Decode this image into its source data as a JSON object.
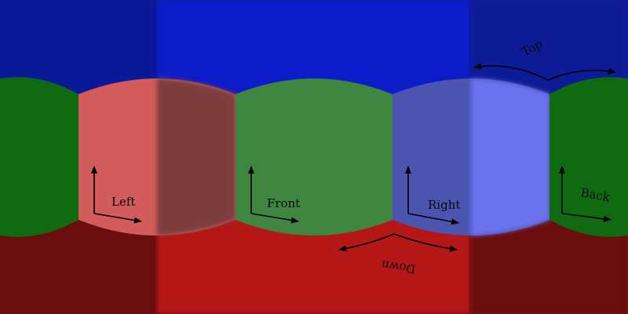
{
  "faces": {
    "top": {
      "label": "Top",
      "color": "#0c1fc9"
    },
    "down": {
      "label": "Down",
      "color": "#b51717"
    },
    "left": {
      "label": "Left",
      "color": "#d25b5b"
    },
    "front": {
      "label": "Front",
      "color": "#3f8740"
    },
    "right": {
      "label": "Right",
      "color": "#4b54ae"
    },
    "back": {
      "label": "Back",
      "color": "#147214"
    }
  },
  "band_colors": {
    "upper_dark": "#0a1a96",
    "upper_light": "#0d1ec9",
    "lower_dark": "#6a0d0d",
    "lower_light": "#b51919",
    "side_green": "#0f6a12",
    "shade_overlay": "#7b3d3d",
    "right_light": "#6a72ee"
  }
}
